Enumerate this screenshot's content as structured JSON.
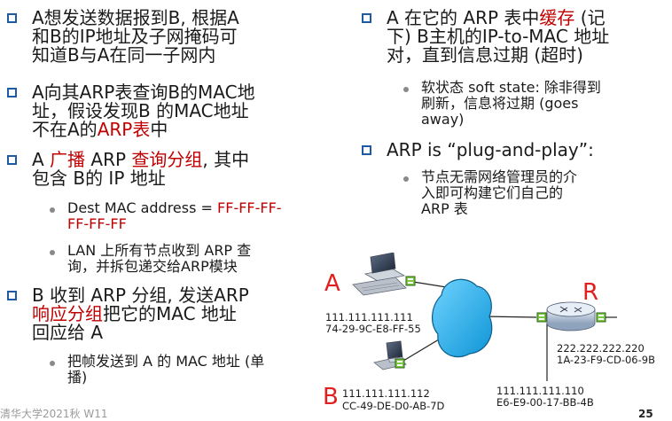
{
  "left_column": {
    "b1_line1": "A想发送数据报到B, 根据A",
    "b1_line2": "和B的IP地址及子网掩码可",
    "b1_line3": "知道B与A在同一子网内",
    "b2_line1": "A向其ARP表查询B的MAC地",
    "b2_line2": "址，假设发现B 的MAC地址",
    "b2_line3_a": "不在A的",
    "b2_line3_red": "ARP表",
    "b2_line3_b": "中",
    "b3_line1_a": "A ",
    "b3_line1_red1": "广播",
    "b3_line1_b": " ARP ",
    "b3_line1_red2": "查询分组",
    "b3_line1_c": ", 其中",
    "b3_line2": "包含 B的 IP 地址",
    "s1_line1_a": "Dest MAC address = ",
    "s1_line1_red": "FF-FF-FF-",
    "s1_line2_red": "FF-FF-FF",
    "s2_line1": "LAN 上所有节点收到 ARP 查",
    "s2_line2": "询，并拆包递交给ARP模块",
    "b4_line1": "B 收到 ARP 分组, 发送ARP",
    "b4_line2_red": "响应分组",
    "b4_line2_b": "把它的MAC 地址",
    "b4_line3": "回应给 A",
    "s3_line1": "把帧发送到 A 的 MAC 地址 (单",
    "s3_line2": "播)"
  },
  "right_column": {
    "b1_line1_a": "A 在它的 ARP 表中",
    "b1_line1_red": "缓存",
    "b1_line1_b": " (记",
    "b1_line2": "下) B主机的IP-to-MAC 地址",
    "b1_line3": "对，直到信息过期 (超时)",
    "s1_line1": "软状态 soft state: 除非得到",
    "s1_line2": "刷新，信息将过期 (goes",
    "s1_line3": "away)",
    "b2_line1": "ARP is “plug-and-play”:",
    "s2_line1": "节点无需网络管理员的介",
    "s2_line2": "入即可构建它们自己的",
    "s2_line3": "ARP 表"
  },
  "diagram": {
    "host_a_letter": "A",
    "host_b_letter": "B",
    "router_letter": "R",
    "host_a_ip": "111.111.111.111",
    "host_a_mac": "74-29-9C-E8-FF-55",
    "host_b_ip": "111.111.111.112",
    "host_b_mac": "CC-49-DE-D0-AB-7D",
    "router_left_ip": "111.111.111.110",
    "router_left_mac": "E6-E9-00-17-BB-4B",
    "router_right_ip": "222.222.222.220",
    "router_right_mac": "1A-23-F9-CD-06-9B"
  },
  "footer": {
    "course": "清华大学2021秋 W11",
    "page": "25"
  },
  "colors": {
    "accent_red": "#c00000",
    "bullet_blue": "#1f5aa6",
    "cloud_cyan": "#27b3ee"
  }
}
